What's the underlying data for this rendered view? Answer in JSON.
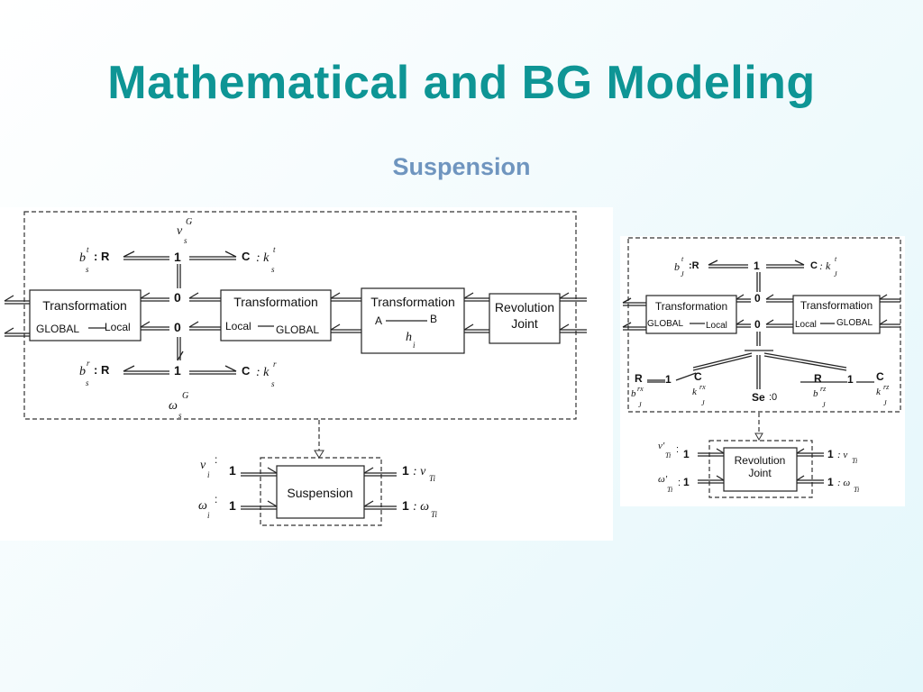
{
  "slide": {
    "title": "Mathematical and BG Modeling",
    "subtitle": "Suspension"
  },
  "diagram_left": {
    "transformation_1": {
      "title": "Transformation",
      "left": "GLOBAL",
      "right": "Local"
    },
    "transformation_2": {
      "title": "Transformation",
      "left": "Local",
      "right": "GLOBAL"
    },
    "transformation_3": {
      "title": "Transformation",
      "a": "A",
      "b": "B",
      "sym": "h",
      "sub": "i"
    },
    "revolution_joint": {
      "line1": "Revolution",
      "line2": "Joint"
    },
    "junctions": {
      "one_top": "1",
      "zero_a": "0",
      "zero_b": "0",
      "one_bottom": "1"
    },
    "top_r": {
      "sym": "b",
      "sup": "t",
      "sub": "s",
      "elem": ": R"
    },
    "top_c": {
      "elem": "C",
      "sym": ": k",
      "sup": "t",
      "sub": "s"
    },
    "bot_r": {
      "sym": "b",
      "sup": "r",
      "sub": "s",
      "elem": ": R"
    },
    "bot_c": {
      "elem": "C",
      "sym": ": k",
      "sup": "r",
      "sub": "s"
    },
    "top_v": {
      "sym": "v",
      "sup": "G",
      "sub": "s"
    },
    "bot_w": {
      "sym": "ω",
      "sup": "G",
      "sub": "s"
    },
    "suspension": {
      "label": "Suspension"
    },
    "susp_in_v": {
      "sym": "v",
      "sub": "i",
      "colon": ":",
      "one": "1"
    },
    "susp_in_w": {
      "sym": "ω",
      "sub": "i",
      "colon": ":",
      "one": "1"
    },
    "susp_out_v": {
      "one": "1",
      "sym": ": v",
      "sub": "Ti"
    },
    "susp_out_w": {
      "one": "1",
      "sym": ": ω",
      "sub": "Ti"
    }
  },
  "diagram_right": {
    "transformation_1": {
      "title": "Transformation",
      "left": "GLOBAL",
      "right": "Local"
    },
    "transformation_2": {
      "title": "Transformation",
      "left": "Local",
      "right": "GLOBAL"
    },
    "junctions": {
      "one_top": "1",
      "zero_a": "0",
      "zero_b": "0",
      "one_l": "1",
      "one_r": "1"
    },
    "top_r": {
      "sym": "b",
      "sup": "t",
      "sub": "J",
      "elem": ":R"
    },
    "top_c": {
      "elem": "C",
      "sym": ": k",
      "sup": "t",
      "sub": "J"
    },
    "rx_r": {
      "elem": "R",
      "sym": "b",
      "sup": "rx",
      "sub": "J"
    },
    "rx_c": {
      "elem": "C",
      "sym": "k",
      "sup": "rx",
      "sub": "J"
    },
    "rz_r": {
      "elem": "R",
      "sym": "b",
      "sup": "rz",
      "sub": "J"
    },
    "rz_c": {
      "elem": "C",
      "sym": "k",
      "sup": "rz",
      "sub": "J"
    },
    "se": {
      "elem": "Se",
      "val": ":0"
    },
    "revolution_joint": {
      "line1": "Revolution",
      "line2": "Joint"
    },
    "in_v": {
      "sym": "v'",
      "sub": "Ti",
      "colon": ":",
      "one": "1"
    },
    "in_w": {
      "sym": "ω'",
      "sub": "Ti",
      "colon": ":",
      "one": "1"
    },
    "out_v": {
      "one": "1",
      "sym": ": v",
      "sub": "Ti"
    },
    "out_w": {
      "one": "1",
      "sym": ": ω",
      "sub": "Ti"
    }
  }
}
